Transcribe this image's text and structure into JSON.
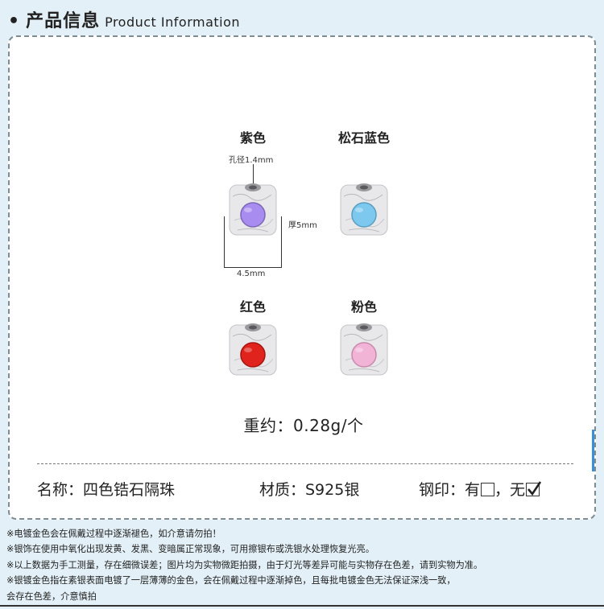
{
  "header": {
    "bullet": "•",
    "title_cn": "产品信息",
    "title_en": "Product Information"
  },
  "variants": [
    {
      "label": "紫色",
      "dot_color": "#a98cf0"
    },
    {
      "label": "松石蓝色",
      "dot_color": "#7cc8ee"
    },
    {
      "label": "红色",
      "dot_color": "#e0231c"
    },
    {
      "label": "粉色",
      "dot_color": "#f1b3d6"
    }
  ],
  "dimensions": {
    "hole": "孔径1.4mm",
    "height": "厚5mm",
    "width": "4.5mm"
  },
  "weight": "重约：0.28g/个",
  "specs": {
    "name": "名称：四色锆石隔珠",
    "material": "材质：S925银",
    "stamp_label": "钢印：有",
    "stamp_sep": "，无"
  },
  "notes": [
    "※电镀金色会在佩戴过程中逐渐褪色，如介意请勿拍！",
    "※银饰在使用中氧化出现发黄、发黑、变暗属正常现象，可用擦银布或洗银水处理恢复光亮。",
    "※以上数据为手工测量，存在细微误差；图片均为实物微距拍摄，由于灯光等差异可能与实物存在色差，请到实物为准。",
    "※银镀金色指在素银表面电镀了一层薄薄的金色，会在佩戴过程中逐渐掉色，且每批电镀金色无法保证深浅一致，",
    "会存在色差，介意慎拍"
  ]
}
